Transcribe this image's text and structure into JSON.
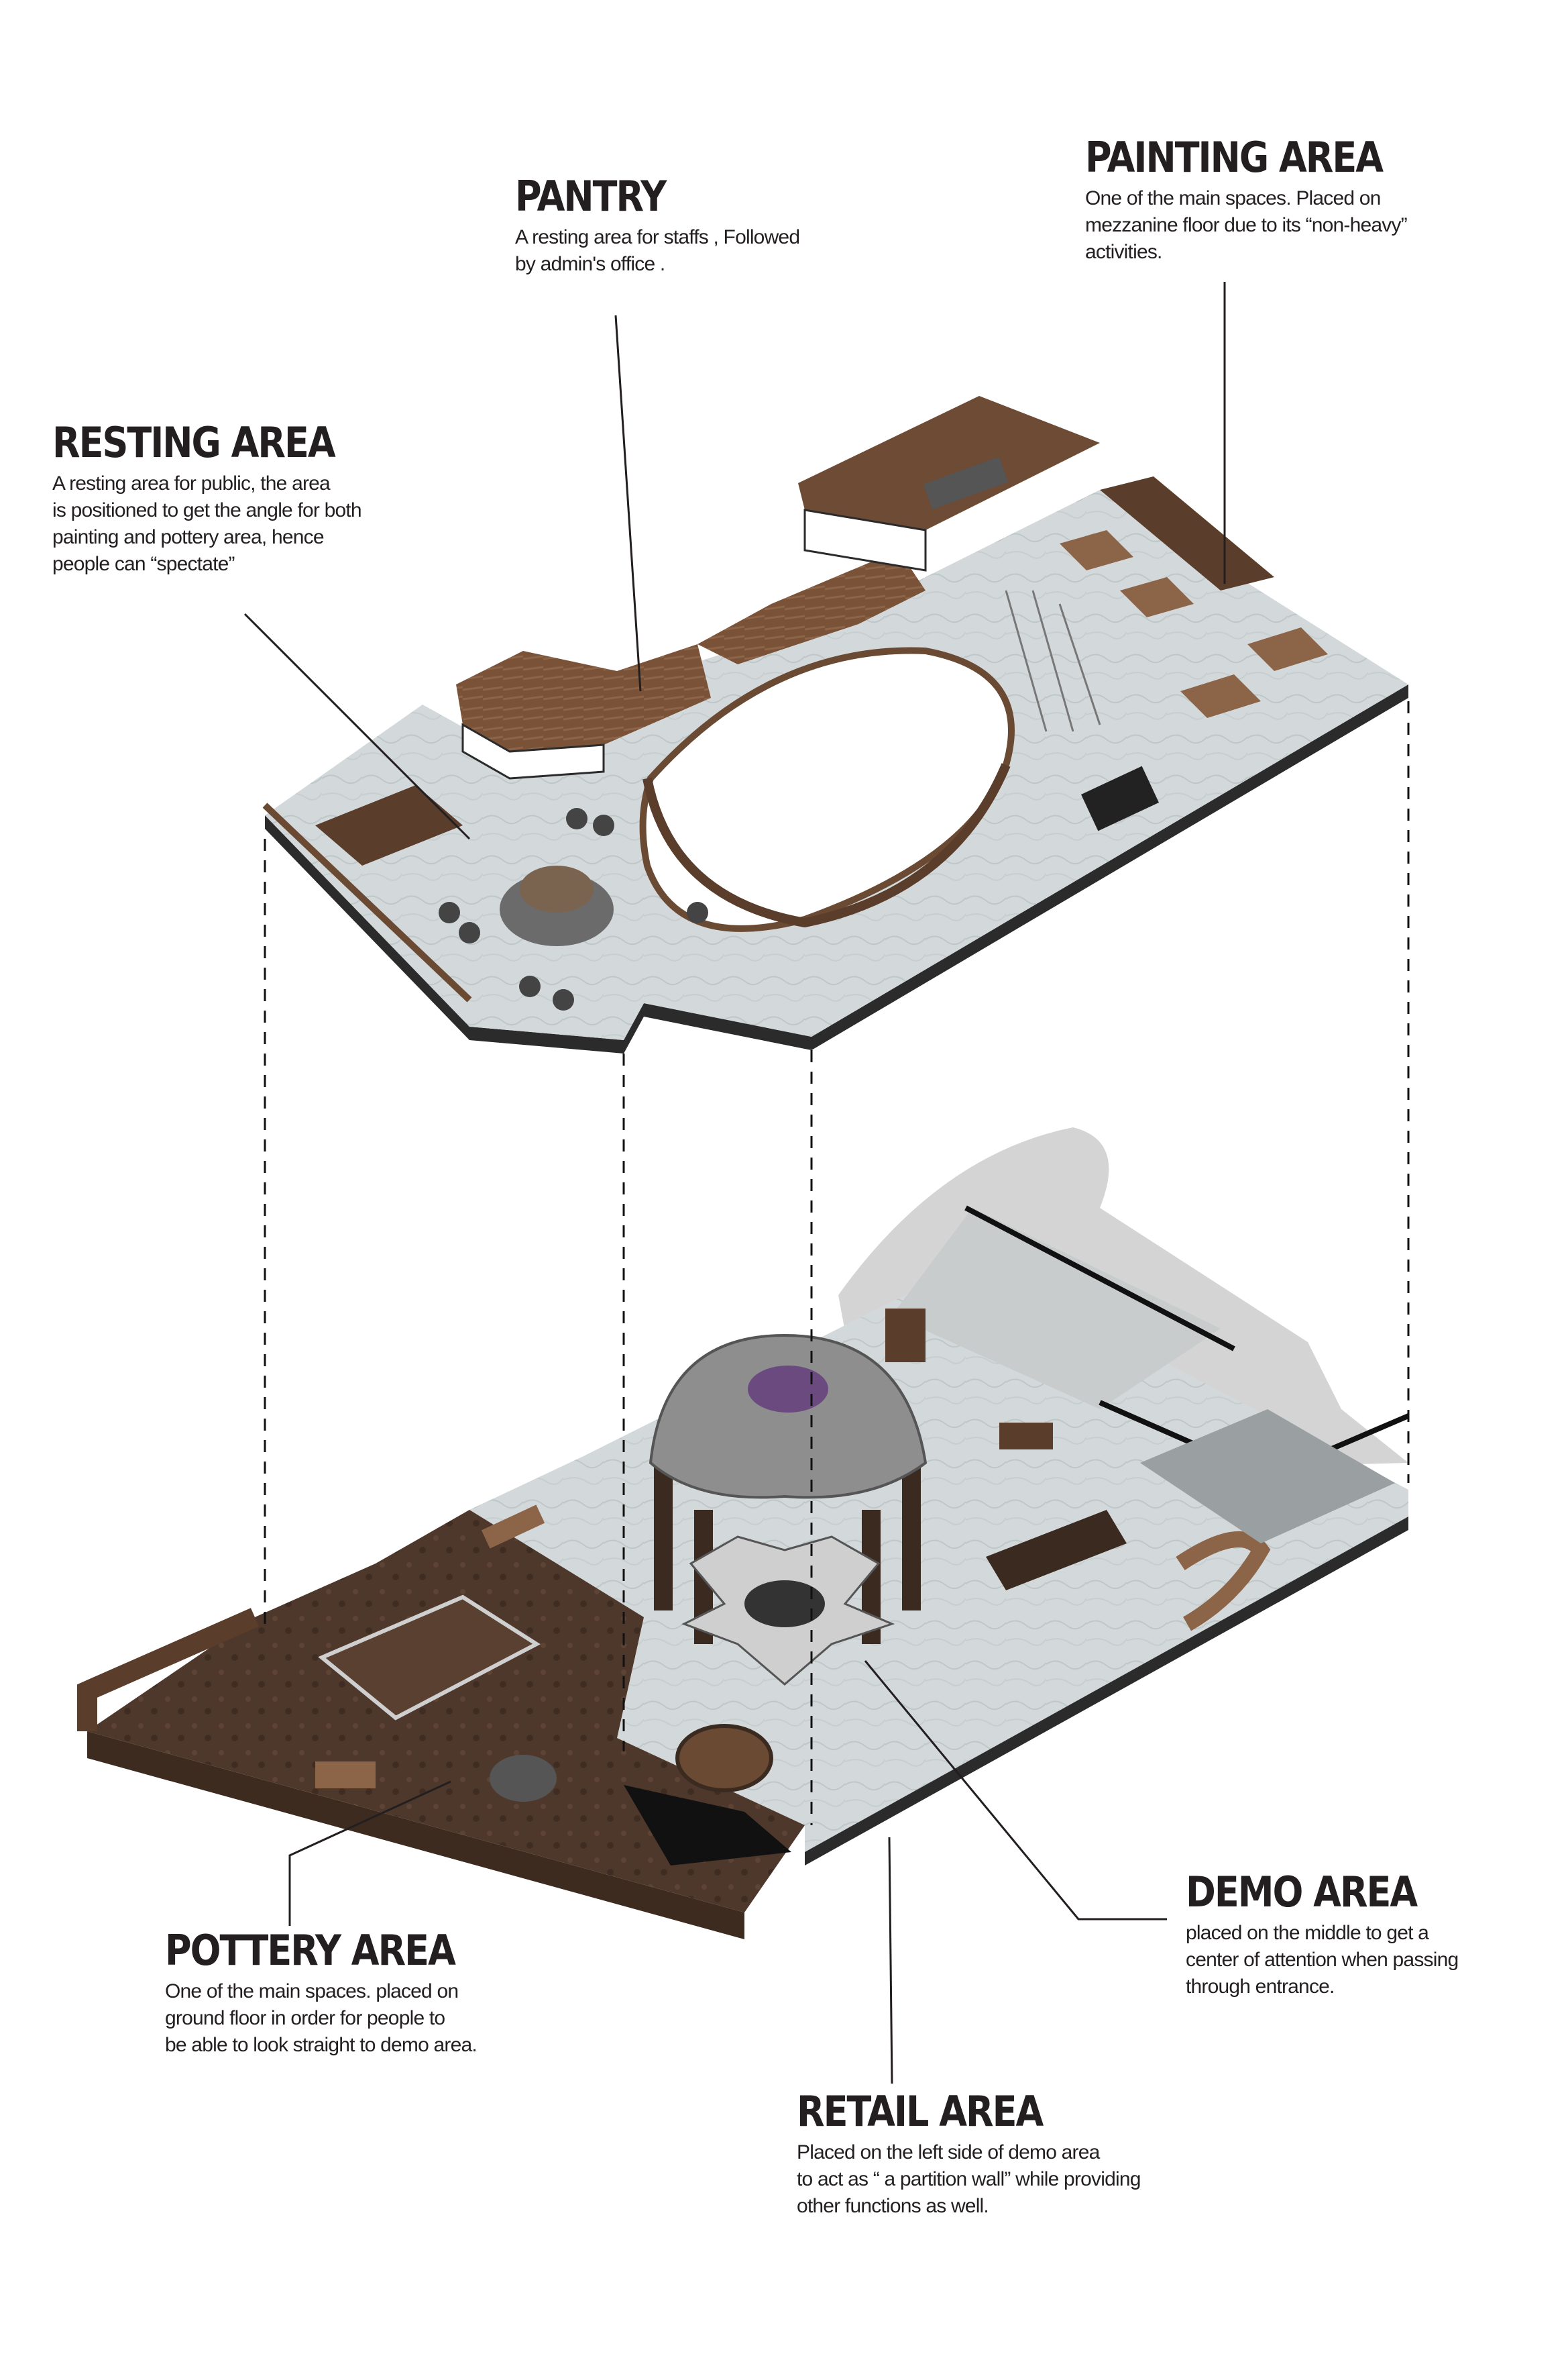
{
  "labels": [
    {
      "key": "resting",
      "title": "RESTING AREA",
      "lines": [
        "A resting area for public, the area",
        "is positioned to get the angle for both",
        "painting and pottery area, hence",
        "people can “spectate”"
      ]
    },
    {
      "key": "pantry",
      "title": "PANTRY",
      "lines": [
        "A resting area for staffs , Followed",
        "by admin's office ."
      ]
    },
    {
      "key": "painting",
      "title": "PAINTING AREA",
      "lines": [
        "One of the main spaces. Placed on",
        "mezzanine floor due to its “non-heavy”",
        "activities."
      ]
    },
    {
      "key": "pottery",
      "title": "POTTERY AREA",
      "lines": [
        "One of the main spaces. placed on",
        "ground floor in order for people to",
        "be able to look straight to demo area."
      ]
    },
    {
      "key": "demo",
      "title": "DEMO AREA",
      "lines": [
        "placed on the middle to get a",
        "center of attention when passing",
        "through entrance."
      ]
    },
    {
      "key": "retail",
      "title": "RETAIL AREA",
      "lines": [
        "Placed on the left side of demo area",
        "to act as  “ a partition wall” while providing",
        "other functions as well."
      ]
    }
  ],
  "colors": {
    "floor": "#d5dadb",
    "floor_shade": "#b9c0c2",
    "wood": "#6b4a34",
    "wood_light": "#8c6448",
    "dark_wood_floor": "#4a3428",
    "wall": "#ffffff",
    "wall_shade": "#d8d8d8",
    "slab_edge": "#2b2b2b",
    "shadow": "#cfcfcf",
    "dome": "#8e8e8e",
    "leader": "#231f20"
  }
}
